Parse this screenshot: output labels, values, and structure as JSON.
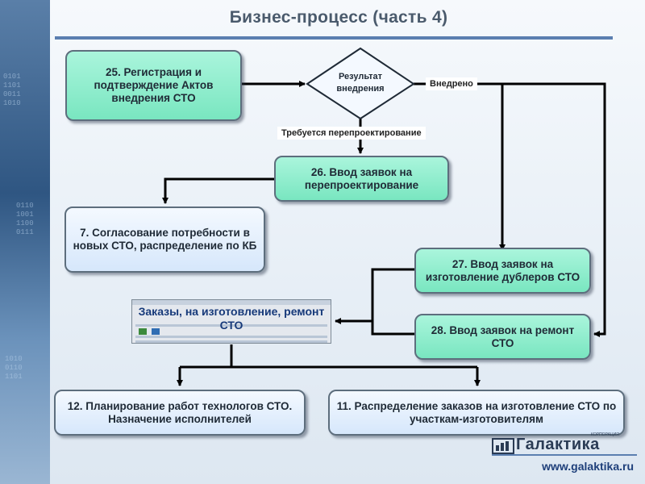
{
  "title": "Бизнес-процесс (часть 4)",
  "nodes": {
    "n25": "25. Регистрация и подтверждение Актов внедрения СТО",
    "decision": "Результат внедрения",
    "n26": "26. Ввод заявок на перепроектирование",
    "n7": "7. Согласование потребности в новых СТО, распределение по КБ",
    "n27": "27. Ввод заявок на изготовление дублеров СТО",
    "n28": "28. Ввод заявок на ремонт СТО",
    "orders": "Заказы, на изготовление, ремонт СТО",
    "n12": "12. Планирование работ технологов СТО. Назначение исполнителей",
    "n11": "11. Распределение заказов на изготовление СТО по участкам-изготовителям"
  },
  "edge_labels": {
    "implemented": "Внедрено",
    "redesign": "Требуется перепроектирование"
  },
  "branding": {
    "logo": "Галактика",
    "logo_small": "КОРПОРАЦИЯ",
    "url": "www.galaktika.ru"
  },
  "colors": {
    "process_box": "#8ff0cf",
    "info_box": "#e6f1fd",
    "title_rule": "#5b7fb0",
    "text_dark": "#1f2a36"
  }
}
